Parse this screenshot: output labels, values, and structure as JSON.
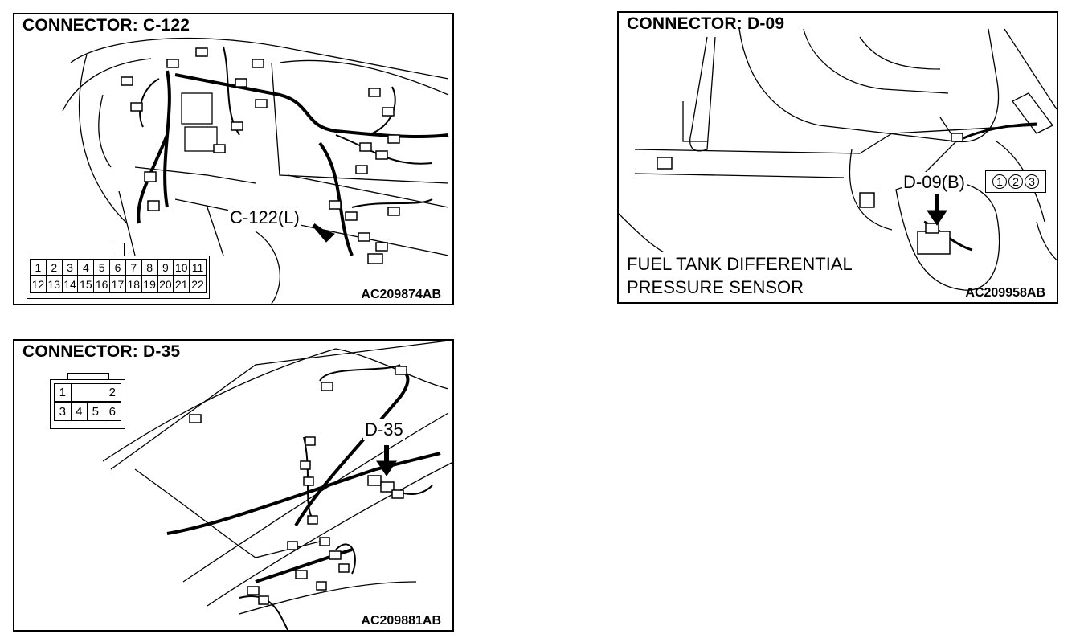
{
  "panels": {
    "c122": {
      "title": "CONNECTOR: C-122",
      "label": "C-122(L)",
      "code": "AC209874AB",
      "pins_top": [
        "1",
        "2",
        "3",
        "4",
        "5",
        "6",
        "7",
        "8",
        "9",
        "10",
        "11"
      ],
      "pins_bottom": [
        "12",
        "13",
        "14",
        "15",
        "16",
        "17",
        "18",
        "19",
        "20",
        "21",
        "22"
      ]
    },
    "d09": {
      "title": "CONNECTOR: D-09",
      "label": "D-09(B)",
      "pins": [
        "1",
        "2",
        "3"
      ],
      "caption_line1": "FUEL TANK DIFFERENTIAL",
      "caption_line2": "PRESSURE SENSOR",
      "code": "AC209958AB"
    },
    "d35": {
      "title": "CONNECTOR: D-35",
      "label": "D-35",
      "code": "AC209881AB",
      "pins_top": [
        "1",
        "",
        "2"
      ],
      "pins_bottom": [
        "3",
        "4",
        "5",
        "6"
      ]
    }
  }
}
